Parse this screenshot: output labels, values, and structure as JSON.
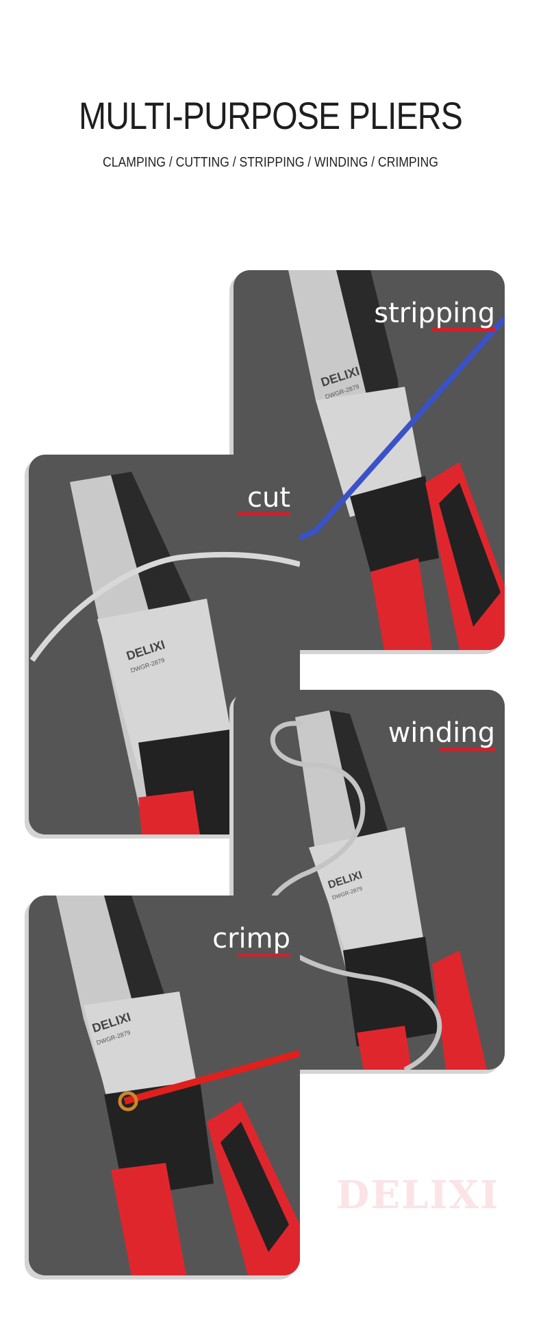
{
  "header": {
    "title": "MULTI-PURPOSE PLIERS",
    "subtitle": "CLAMPING / CUTTING / STRIPPING / WINDING / CRIMPING"
  },
  "cards": [
    {
      "label": "stripping",
      "wire_color": "#3a52c8"
    },
    {
      "label": "cut",
      "wire_color": "#cfcfcf"
    },
    {
      "label": "winding",
      "wire_color": "#bdbdbd"
    },
    {
      "label": "crimp",
      "wire_color": "#e0201c"
    }
  ],
  "plier_markings": {
    "brand": "DELIXI",
    "model": "DWGR-2879"
  },
  "watermark": "DELIXI",
  "colors": {
    "card_bg": "#555555",
    "accent_red": "#d0202a",
    "handle_red": "#e0262d"
  }
}
